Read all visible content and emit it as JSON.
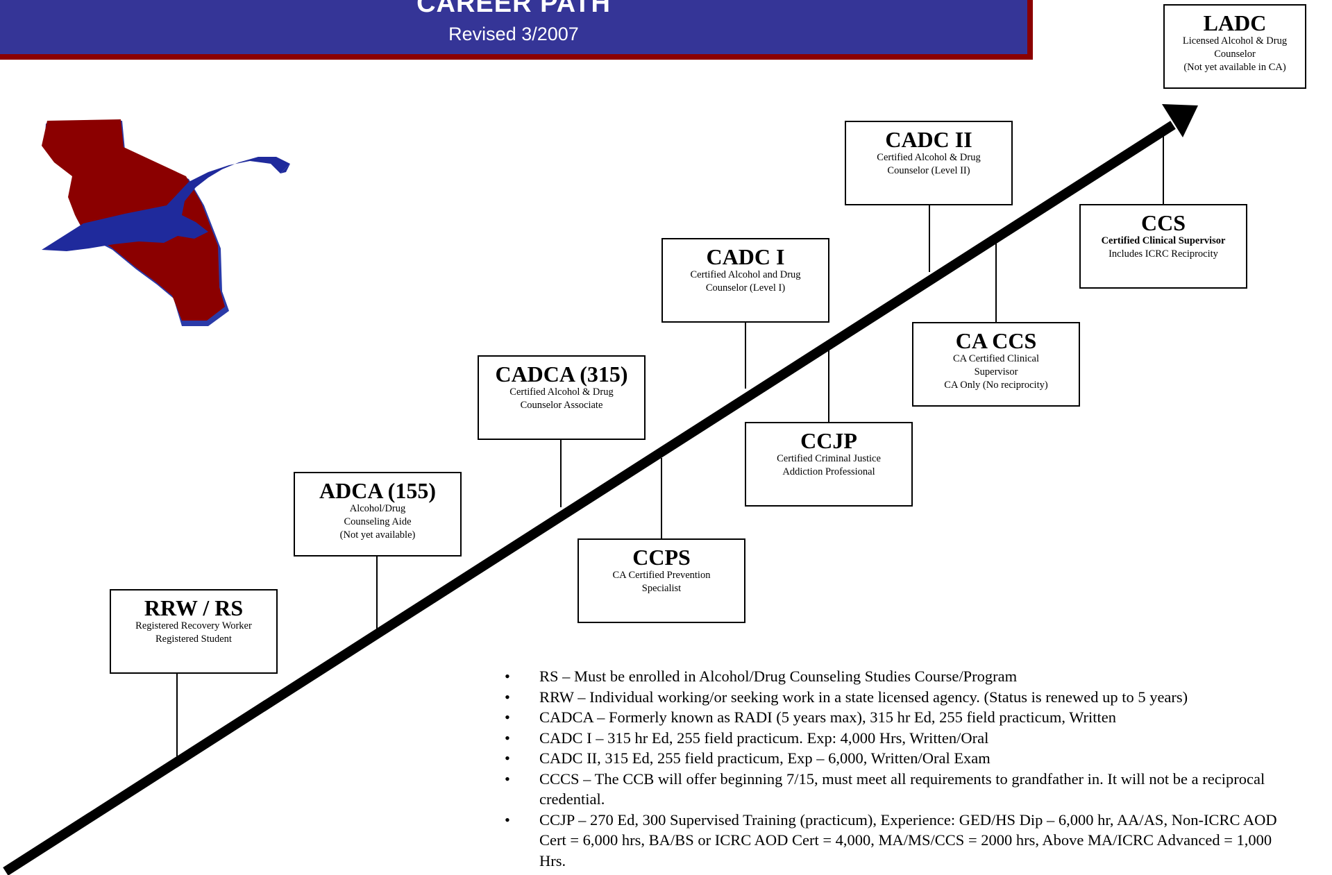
{
  "header": {
    "title": "CAREER PATH",
    "subtitle": "Revised 3/2007",
    "accent_color": "#353597",
    "shadow_color": "#8b0000"
  },
  "logo": {
    "icon": "california-eagle-logo",
    "state_color": "#8b0000",
    "bird_color": "#1f2a9c"
  },
  "credentials": {
    "rrw_rs": {
      "title": "RRW / RS",
      "line1": "Registered Recovery Worker",
      "line2": "Registered Student"
    },
    "adca": {
      "title": "ADCA (155)",
      "line1": "Alcohol/Drug",
      "line2": "Counseling Aide",
      "line3": "(Not yet available)"
    },
    "cadca": {
      "title": "CADCA (315)",
      "line1": "Certified Alcohol & Drug",
      "line2": "Counselor Associate"
    },
    "ccps": {
      "title": "CCPS",
      "line1": "CA Certified Prevention",
      "line2": "Specialist"
    },
    "cadc1": {
      "title": "CADC I",
      "line1": "Certified Alcohol and Drug",
      "line2": "Counselor (Level I)"
    },
    "ccjp": {
      "title": "CCJP",
      "line1": "Certified Criminal Justice",
      "line2": "Addiction Professional"
    },
    "cadc2": {
      "title": "CADC II",
      "line1": "Certified Alcohol & Drug",
      "line2": "Counselor (Level II)"
    },
    "caccs": {
      "title": "CA CCS",
      "line1": "CA Certified Clinical",
      "line2": "Supervisor",
      "line3": "CA Only (No reciprocity)"
    },
    "ccs": {
      "title": "CCS",
      "line1": "Certified Clinical Supervisor",
      "line2": "Includes ICRC Reciprocity"
    },
    "ladc": {
      "title": "LADC",
      "line1": "Licensed Alcohol & Drug",
      "line2": "Counselor",
      "line3": "(Not yet available in CA)"
    }
  },
  "notes": [
    "RS – Must be enrolled in Alcohol/Drug Counseling Studies Course/Program",
    "RRW – Individual working/or seeking work in a state licensed agency.  (Status is renewed up to 5 years)",
    "CADCA – Formerly known as RADI (5 years max), 315 hr Ed, 255 field practicum, Written",
    "CADC I – 315 hr Ed, 255 field practicum. Exp: 4,000 Hrs, Written/Oral",
    "CADC II, 315 Ed, 255 field practicum, Exp – 6,000, Written/Oral Exam",
    "CCCS  – The CCB will offer beginning 7/15, must meet all requirements to grandfather in.  It will not be a reciprocal credential.",
    "CCJP – 270 Ed,  300 Supervised Training (practicum),  Experience: GED/HS Dip – 6,000 hr, AA/AS, Non-ICRC AOD Cert = 6,000 hrs, BA/BS or ICRC AOD Cert = 4,000, MA/MS/CCS = 2000 hrs, Above MA/ICRC Advanced = 1,000 Hrs."
  ]
}
